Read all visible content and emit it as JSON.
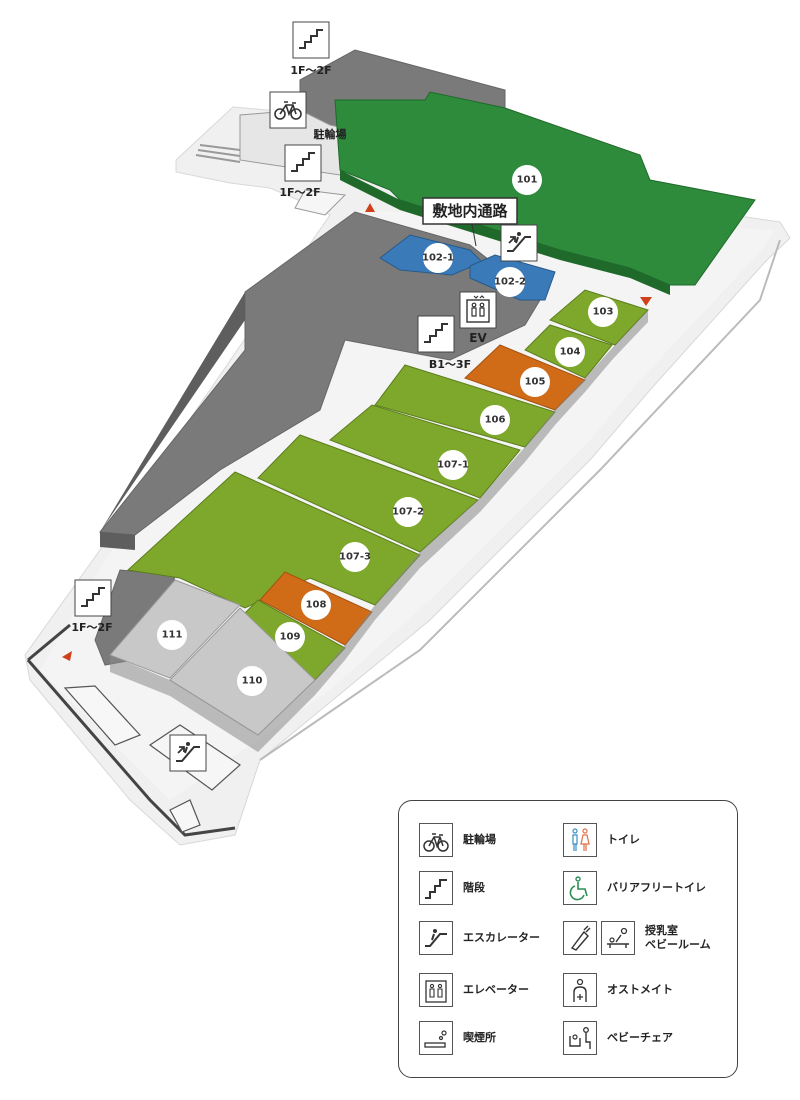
{
  "map": {
    "units": [
      {
        "id": "101",
        "label": "101",
        "color": "#2e8b3c"
      },
      {
        "id": "102-1",
        "label": "102-1",
        "color": "#3a7ab8"
      },
      {
        "id": "102-2",
        "label": "102-2",
        "color": "#3a7ab8"
      },
      {
        "id": "103",
        "label": "103",
        "color": "#7ea82c"
      },
      {
        "id": "104",
        "label": "104",
        "color": "#7ea82c"
      },
      {
        "id": "105",
        "label": "105",
        "color": "#d06b18"
      },
      {
        "id": "106",
        "label": "106",
        "color": "#7ea82c"
      },
      {
        "id": "107-1",
        "label": "107-1",
        "color": "#7ea82c"
      },
      {
        "id": "107-2",
        "label": "107-2",
        "color": "#7ea82c"
      },
      {
        "id": "107-3",
        "label": "107-3",
        "color": "#7ea82c"
      },
      {
        "id": "108",
        "label": "108",
        "color": "#d06b18"
      },
      {
        "id": "109",
        "label": "109",
        "color": "#7ea82c"
      },
      {
        "id": "110",
        "label": "110",
        "color": "#c8c8c8"
      },
      {
        "id": "111",
        "label": "111",
        "color": "#c8c8c8"
      }
    ],
    "passage_label": "敷地内通路",
    "stairs_top_label": "1F～2F",
    "stairs_mid_label": "1F～2F",
    "stairs_left_label": "1F～2F",
    "stairs_center_label": "B1～3F",
    "bike_label": "駐輪場",
    "ev_label": "EV",
    "colors": {
      "dark_green": "#2e8b3c",
      "olive": "#7ea82c",
      "orange": "#d06b18",
      "blue": "#3a7ab8",
      "gray_block": "#7a7a7a",
      "light_gray": "#c8c8c8",
      "arrow": "#d0401a"
    }
  },
  "legend": {
    "items": [
      {
        "icon": "bicycle-icon",
        "label": "駐輪場"
      },
      {
        "icon": "stairs-icon",
        "label": "階段"
      },
      {
        "icon": "escalator-icon",
        "label": "エスカレーター"
      },
      {
        "icon": "elevator-icon",
        "label": "エレベーター"
      },
      {
        "icon": "smoking-icon",
        "label": "喫煙所"
      },
      {
        "icon": "toilet-icon",
        "label": "トイレ"
      },
      {
        "icon": "accessible-toilet-icon",
        "label": "バリアフリートイレ"
      },
      {
        "icon": "nursing-room-icon",
        "label": "授乳室\nベビールーム"
      },
      {
        "icon": "ostomate-icon",
        "label": "オストメイト"
      },
      {
        "icon": "baby-chair-icon",
        "label": "ベビーチェア"
      }
    ]
  }
}
